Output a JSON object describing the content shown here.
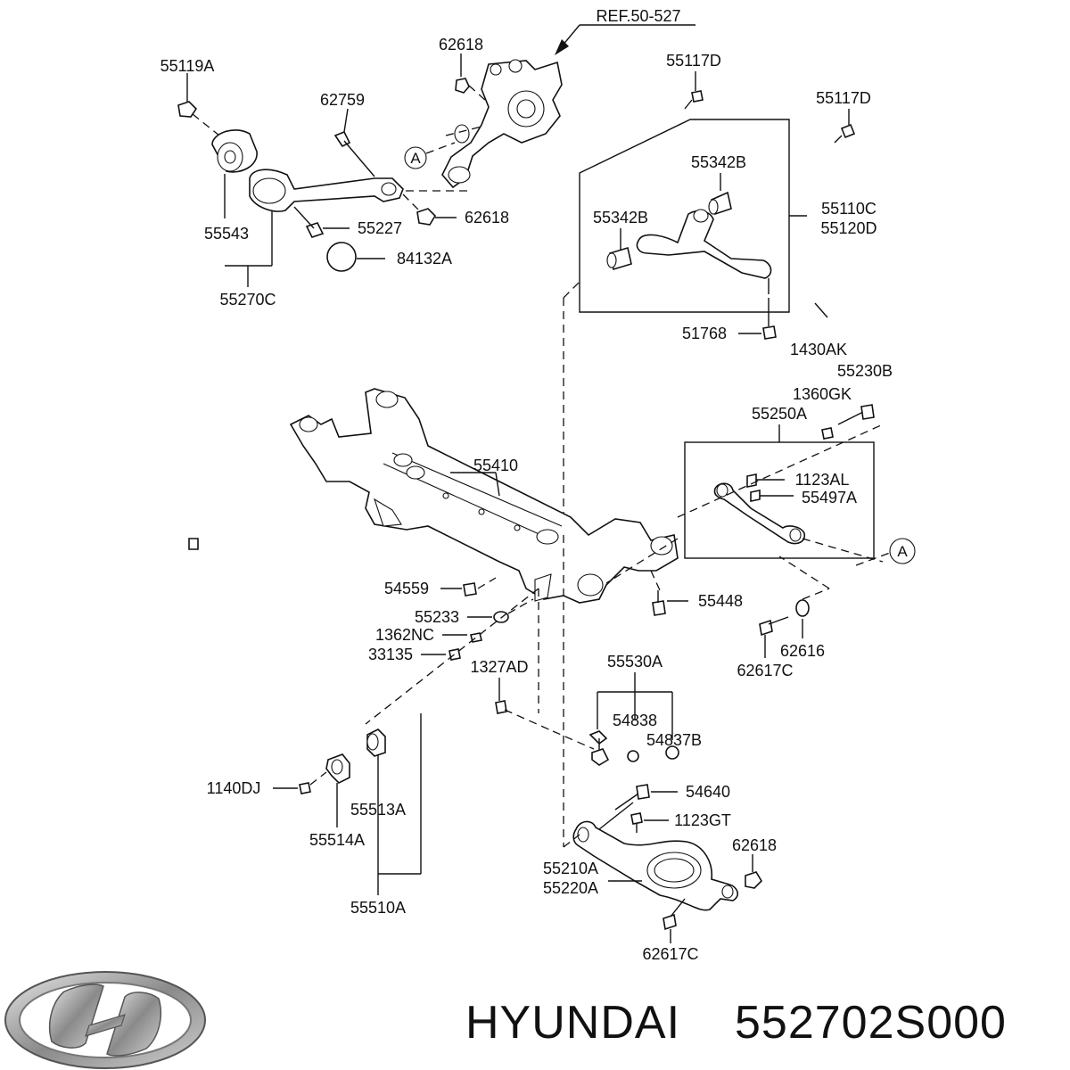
{
  "diagram": {
    "reference": "REF.50-527",
    "marker_a": "A",
    "part_labels": {
      "p55119A": "55119A",
      "p62618_top": "62618",
      "p62759": "62759",
      "p55543": "55543",
      "p55227": "55227",
      "p62618_mid": "62618",
      "p84132A": "84132A",
      "p55270C": "55270C",
      "p55117D_a": "55117D",
      "p55117D_b": "55117D",
      "p55342B_a": "55342B",
      "p55342B_b": "55342B",
      "p55110C": "55110C",
      "p55120D": "55120D",
      "p51768": "51768",
      "p1430AK": "1430AK",
      "p55230B": "55230B",
      "p1360GK": "1360GK",
      "p55250A": "55250A",
      "p55410": "55410",
      "p1123AL": "1123AL",
      "p55497A": "55497A",
      "p54559": "54559",
      "p55448": "55448",
      "p55233": "55233",
      "p1362NC": "1362NC",
      "p33135": "33135",
      "p62616": "62616",
      "p62617C_a": "62617C",
      "p1327AD": "1327AD",
      "p55530A": "55530A",
      "p54838": "54838",
      "p54837B": "54837B",
      "p1140DJ": "1140DJ",
      "p55513A": "55513A",
      "p55514A": "55514A",
      "p55510A": "55510A",
      "p54640": "54640",
      "p1123GT": "1123GT",
      "p62618_low": "62618",
      "p55210A": "55210A",
      "p55220A": "55220A",
      "p62617C_b": "62617C"
    }
  },
  "footer": {
    "brand": "HYUNDAI",
    "part_number": "552702S000",
    "logo_icon": "hyundai-logo-icon"
  }
}
